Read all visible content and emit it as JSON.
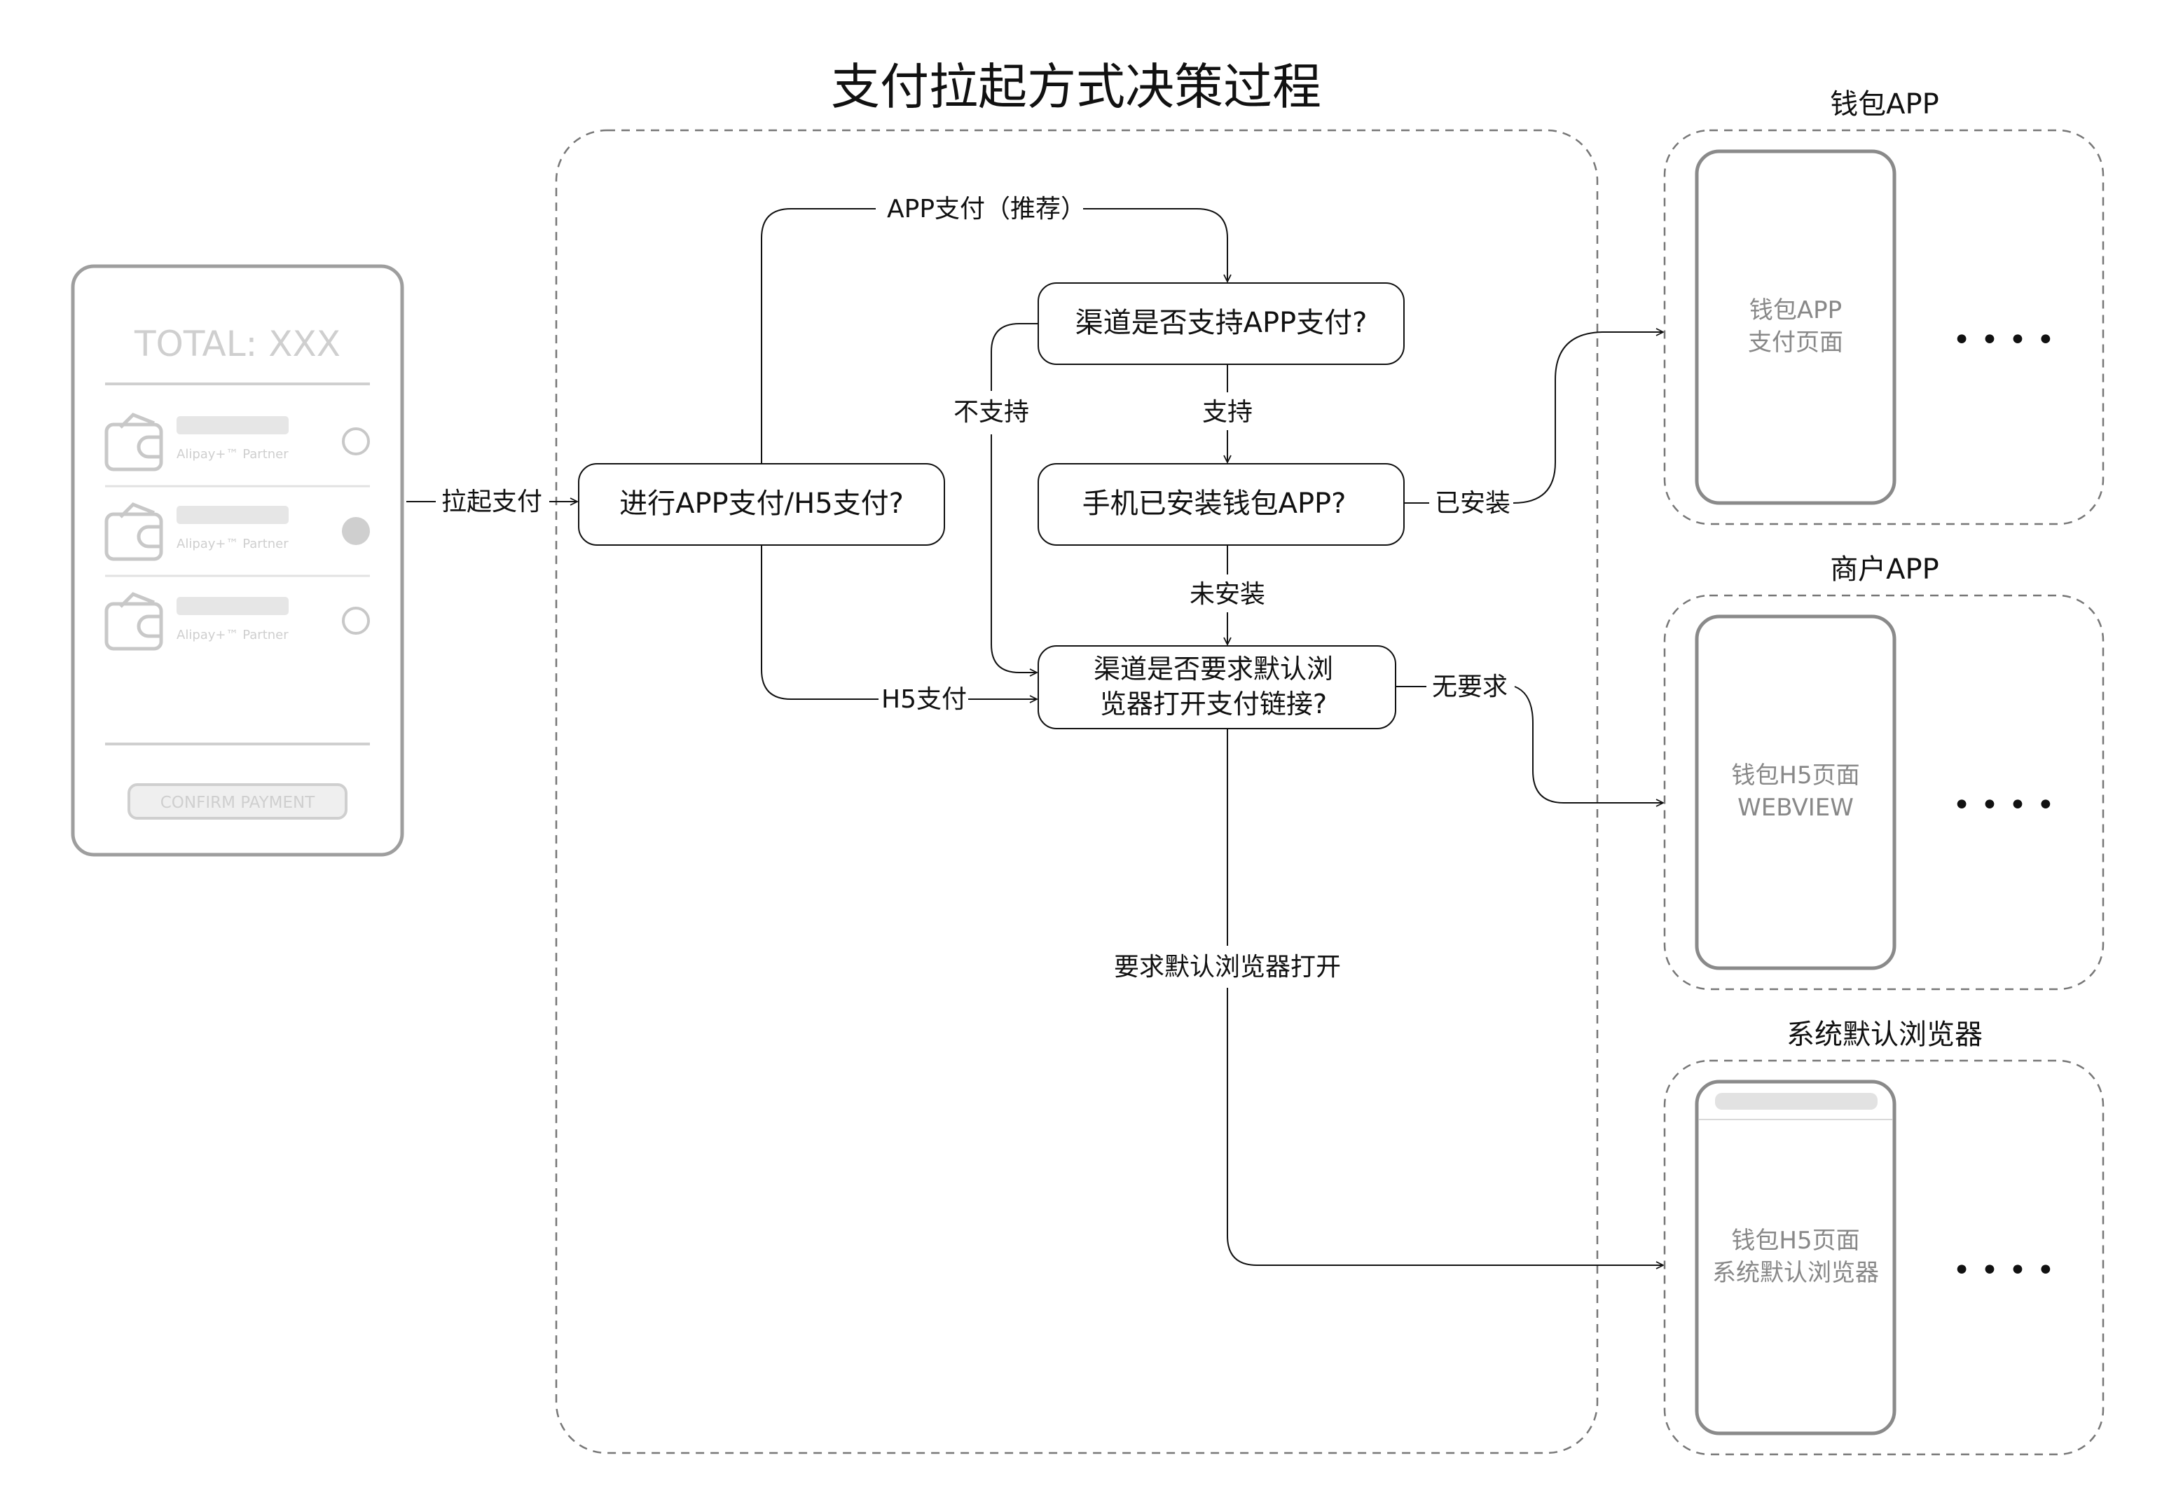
{
  "title": "支付拉起方式决策过程",
  "phone": {
    "total": "TOTAL: XXX",
    "partner_label": "Alipay+™ Partner",
    "confirm": "CONFIRM PAYMENT",
    "rows": [
      {
        "partner": "Alipay+™ Partner",
        "selected": false
      },
      {
        "partner": "Alipay+™ Partner",
        "selected": true
      },
      {
        "partner": "Alipay+™ Partner",
        "selected": false
      }
    ]
  },
  "edges": {
    "launch": "拉起支付",
    "app_pay": "APP支付（推荐）",
    "h5_pay": "H5支付",
    "not_support": "不支持",
    "support": "支持",
    "installed": "已安装",
    "not_installed": "未安装",
    "no_requirement": "无要求",
    "require_default_browser": "要求默认浏览器打开"
  },
  "nodes": {
    "decide_app_h5": "进行APP支付/H5支付?",
    "channel_support_app": "渠道是否支持APP支付?",
    "wallet_installed": "手机已安装钱包APP?",
    "browser_line1": "渠道是否要求默认浏",
    "browser_line2": "览器打开支付链接?"
  },
  "targets": {
    "wallet_app": {
      "title": "钱包APP",
      "line1": "钱包APP",
      "line2": "支付页面",
      "more": "• • • •"
    },
    "merchant_app": {
      "title": "商户APP",
      "line1": "钱包H5页面",
      "line2": "WEBVIEW",
      "more": "• • • •"
    },
    "system_browser": {
      "title": "系统默认浏览器",
      "line1": "钱包H5页面",
      "line2": "系统默认浏览器",
      "more": "• • • •"
    }
  }
}
